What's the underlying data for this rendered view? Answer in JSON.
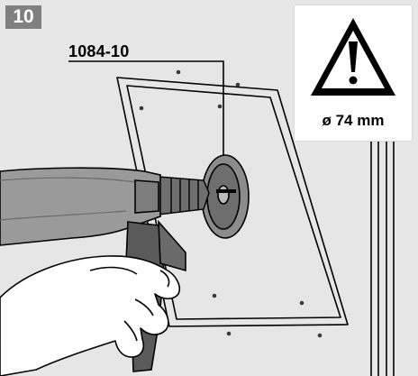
{
  "step": {
    "number": "10"
  },
  "callout": {
    "part_number": "1084-10"
  },
  "warning": {
    "icon": "warning-triangle-icon",
    "diameter": "ø 74 mm"
  },
  "colors": {
    "panel_background": "#e6e6e6",
    "step_badge": "#808080",
    "drill_body": "#9a9a9a",
    "drill_dark": "#5a5a5a",
    "outline": "#000000"
  }
}
